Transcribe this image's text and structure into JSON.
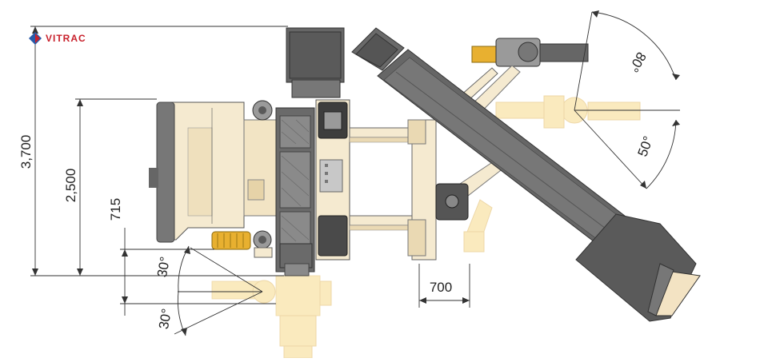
{
  "brand": {
    "name": "VITRAC",
    "color": "#c8202b"
  },
  "dimensions": {
    "total_height": "3,700",
    "frame_height": "2,500",
    "low_height": "715",
    "offset": "700",
    "upper_angle": "80°",
    "lower_angle": "50°",
    "left_upper_angle": "30°",
    "left_lower_angle": "30°"
  },
  "colors": {
    "machine_body": "#f5ead0",
    "machine_dark": "#5a5a5a",
    "machine_mid": "#8a8a8a",
    "ghost_yellow": "#f6d98a",
    "accent_yellow": "#e8b030",
    "line": "#333333"
  }
}
